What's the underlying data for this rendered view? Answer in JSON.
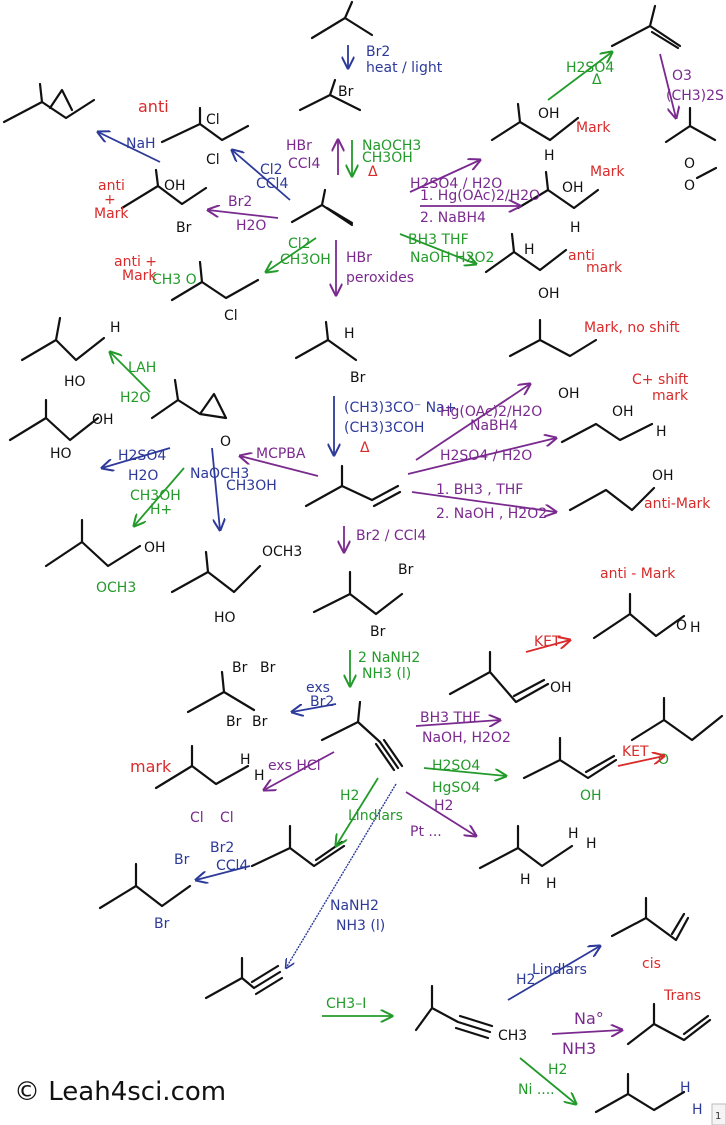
{
  "colors": {
    "ink": "#111111",
    "purple": "#7a2a8e",
    "green": "#239b2a",
    "blue": "#2d3a9a",
    "red": "#d92b2b"
  },
  "reagents": {
    "br2_light_1": "Br2",
    "br2_light_2": "heat / light",
    "hbr_ccl4_1": "HBr",
    "hbr_ccl4_2": "CCl4",
    "naoch3_1": "NaOCH3",
    "naoch3_2": "CH3OH",
    "naoch3_3": "Δ",
    "cl2_ccl4_1": "Cl2",
    "cl2_ccl4_2": "CCl4",
    "nah_epox": "NaH",
    "br2_h2o_1": "Br2",
    "br2_h2o_2": "H2O",
    "cl2_ch3oh_1": "Cl2",
    "cl2_ch3oh_2": "CH3OH",
    "hbr_perox_1": "HBr",
    "hbr_perox_2": "peroxides",
    "h2so4_h2o_top": "H2SO4 / H2O",
    "oxymerc_top_1": "1. Hg(OAc)2/H2O",
    "oxymerc_top_2": "2. NaBH4",
    "hydrob_top_1": "BH3  THF",
    "hydrob_top_2": "NaOH  H2O2",
    "h2so4_delta_1": "H2SO4",
    "h2so4_delta_2": "Δ",
    "ozon_1": "O3",
    "ozon_2": "(CH3)2S",
    "lah_1": "LAH",
    "lah_2": "H2O",
    "tbuok_1": "(CH3)3CO⁻ Na+",
    "tbuok_2": "(CH3)3COH",
    "tbuok_3": "Δ",
    "mcpba": "MCPBA",
    "h2so4_ch3oh_1": "H2SO4",
    "h2so4_ch3oh_2": "H2O",
    "ch3oh_h_1": "CH3OH",
    "ch3oh_h_2": "H+",
    "naoch3_ep_1": "NaOCH3",
    "naoch3_ep_2": "CH3OH",
    "oxymerc_mid_1": "Hg(OAc)2/H2O",
    "oxymerc_mid_2": "NaBH4",
    "h2so4_mid": "H2SO4 / H2O",
    "hydrob_mid_1": "1. BH3 , THF",
    "hydrob_mid_2": "2. NaOH , H2O2",
    "br2_ccl4_mid": "Br2 / CCl4",
    "nanh2_1": "2 NaNH2",
    "nanh2_2": "NH3 (l)",
    "exs_br2_1": "exs",
    "exs_br2_2": "Br2",
    "ket_1": "KET",
    "hydrob_yne_1": "BH3  THF",
    "hydrob_yne_2": "NaOH, H2O2",
    "exs_hcl": "exs HCl",
    "h2_lindlar_1": "H2",
    "h2_lindlar_2": "Lindlars",
    "h2so4_hgso4_1": "H2SO4",
    "h2so4_hgso4_2": "HgSO4",
    "ket_2": "KET",
    "h2_pt_1": "H2",
    "h2_pt_2": "Pt ...",
    "br2_ccl4_bot_1": "Br2",
    "br2_ccl4_bot_2": "CCl4",
    "nanh2_bot_1": "NaNH2",
    "nanh2_bot_2": "NH3 (l)",
    "ch3i": "CH3–I",
    "h2_lindlar_bot_1": "H2",
    "h2_lindlar_bot_2": "Lindlars",
    "na_nh3_1": "Na°",
    "na_nh3_2": "NH3",
    "h2_ni_1": "H2",
    "h2_ni_2": "Ni ...."
  },
  "notes": {
    "anti_1": "anti",
    "anti_mark_1a": "anti",
    "anti_mark_1b": "+",
    "anti_mark_1c": "Mark",
    "anti_mark_2": "anti +",
    "anti_mark_2b": "Mark",
    "mark_1": "Mark",
    "mark_2": "Mark",
    "anti_mark_3a": "anti",
    "anti_mark_3b": "mark",
    "mark_no_shift": "Mark, no shift",
    "c_shift_1": "C+ shift",
    "c_shift_2": "mark",
    "anti_mark_4": "anti-Mark",
    "anti_mark_5": "anti - Mark",
    "mark_3": "mark",
    "cis": "cis",
    "trans": "Trans"
  },
  "labels": {
    "br": "Br",
    "cl": "Cl",
    "oh": "OH",
    "ho": "HO",
    "h": "H",
    "o": "O",
    "och3": "OCH3",
    "ch3o": "CH3 O",
    "ch3": "CH3"
  },
  "credit": "© Leah4sci.com",
  "page_tag": "1"
}
